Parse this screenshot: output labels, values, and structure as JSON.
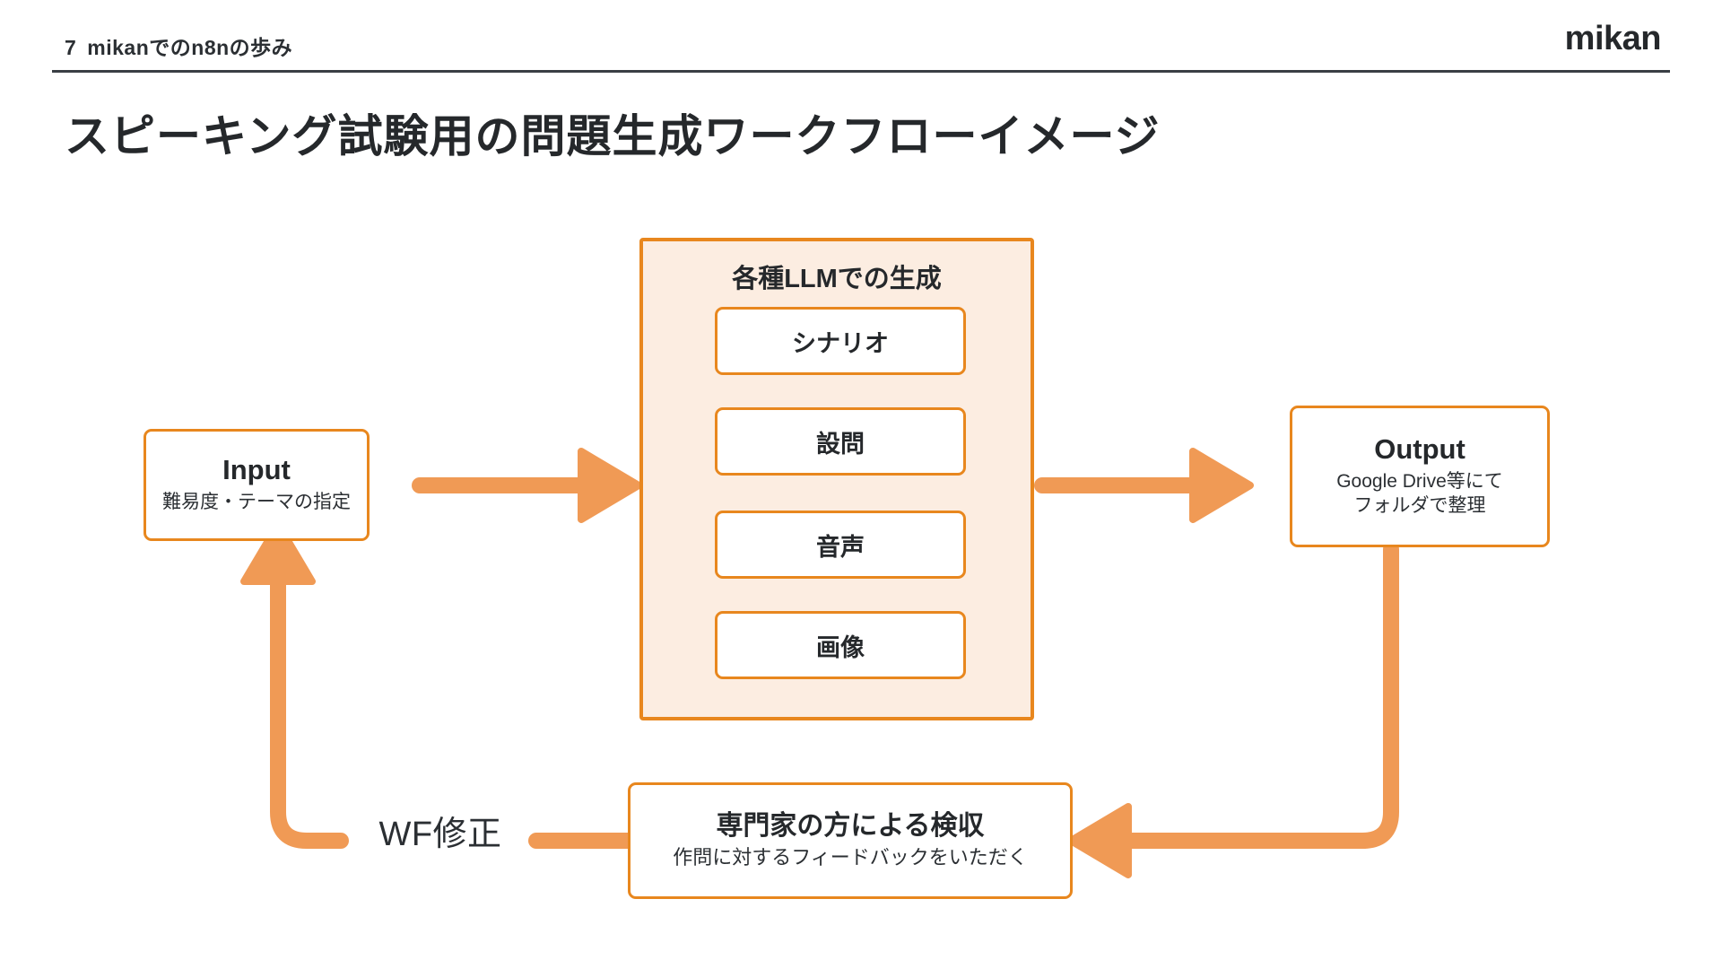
{
  "header": {
    "page_number": "7",
    "breadcrumb": "mikanでのn8nの歩み",
    "logo": "mikan"
  },
  "title": "スピーキング試験用の問題生成ワークフローイメージ",
  "colors": {
    "accent_border": "#E8871E",
    "arrow_fill": "#F09A55",
    "group_fill": "#FCEDE1",
    "text": "#25282b",
    "rule": "#3a3f44",
    "background": "#ffffff"
  },
  "diagram": {
    "type": "workflow-flowchart",
    "nodes": [
      {
        "id": "input",
        "title": "Input",
        "subtitle": "難易度・テーマの指定"
      },
      {
        "id": "llm-group",
        "title": "各種LLMでの生成",
        "items": [
          {
            "label": "シナリオ"
          },
          {
            "label": "設問"
          },
          {
            "label": "音声"
          },
          {
            "label": "画像"
          }
        ]
      },
      {
        "id": "output",
        "title": "Output",
        "subtitle_line1": "Google Drive等にて",
        "subtitle_line2": "フォルダで整理"
      },
      {
        "id": "feedback",
        "title": "専門家の方による検収",
        "subtitle": "作問に対するフィードバックをいただく"
      }
    ],
    "edges": [
      {
        "id": "input-to-llm",
        "from": "input",
        "to": "llm-group",
        "label": "",
        "direction": "right"
      },
      {
        "id": "llm-to-output",
        "from": "llm-group",
        "to": "output",
        "label": "",
        "direction": "right"
      },
      {
        "id": "output-to-feedback",
        "from": "output",
        "to": "feedback",
        "label": "",
        "direction": "down-left"
      },
      {
        "id": "feedback-to-input",
        "from": "feedback",
        "to": "input",
        "label": "WF修正",
        "direction": "left-up"
      }
    ]
  }
}
